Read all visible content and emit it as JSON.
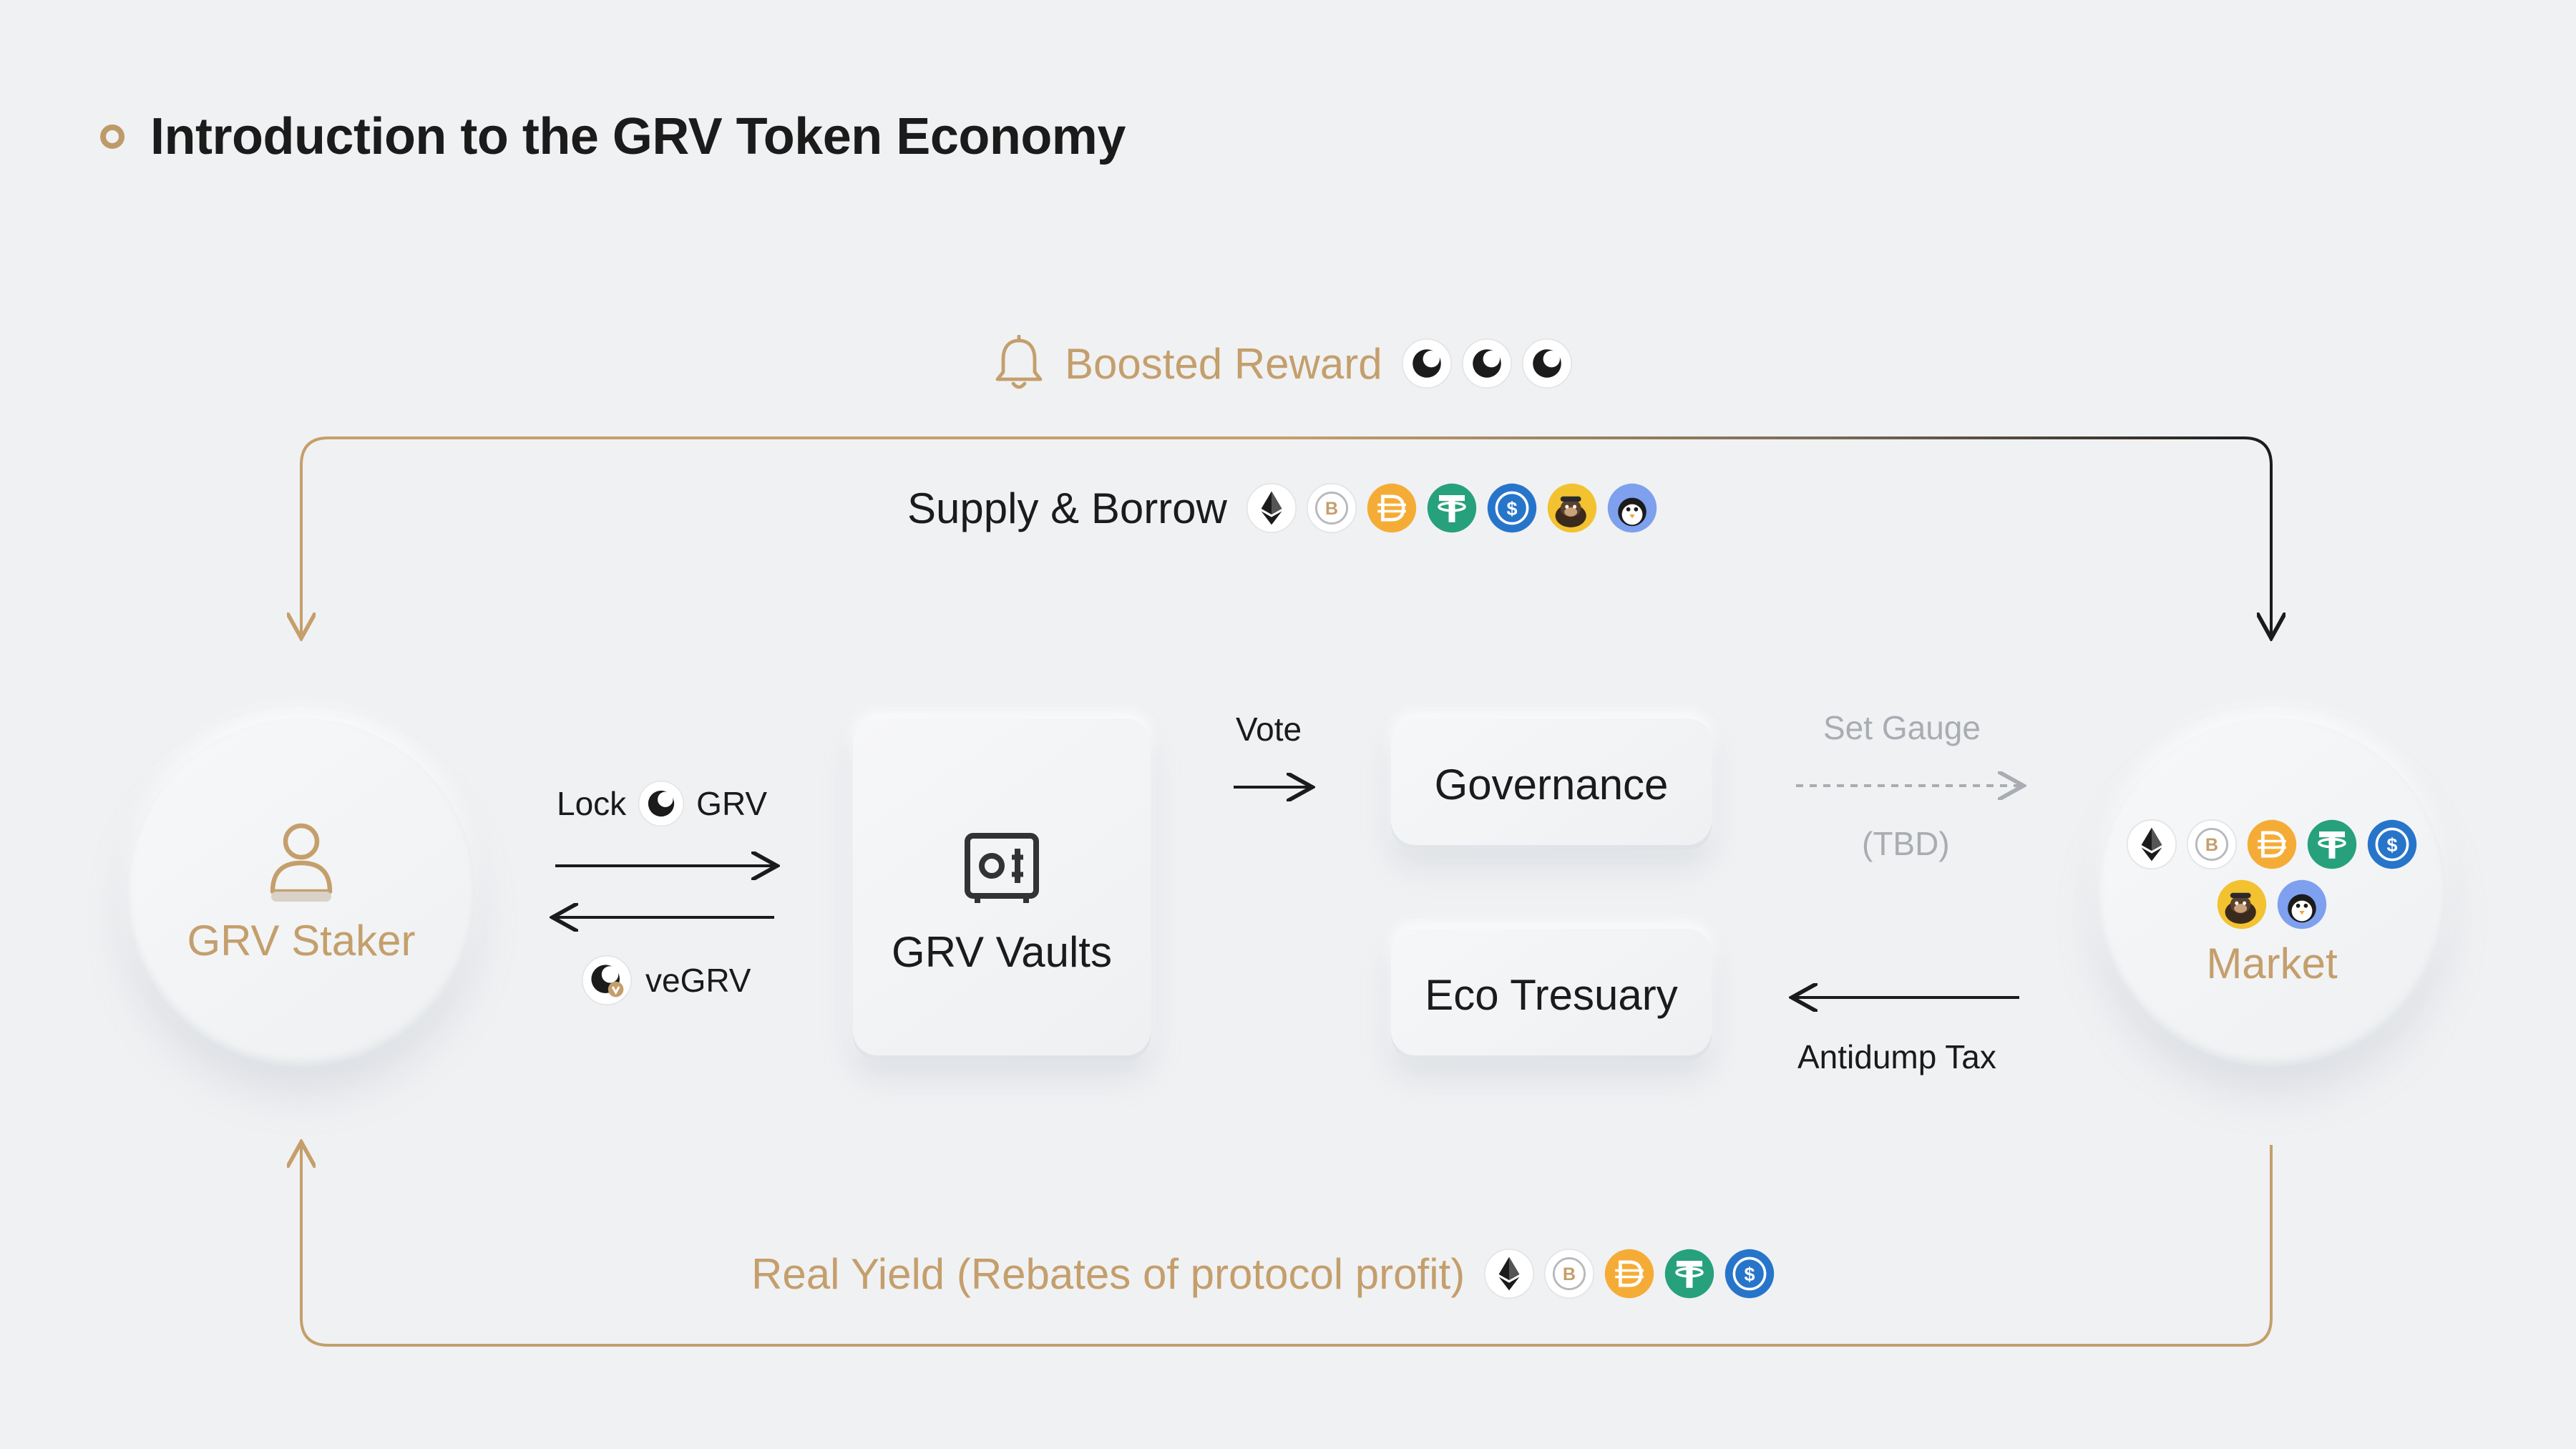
{
  "title": "Introduction to the GRV Token Economy",
  "boosted_reward": "Boosted Reward",
  "supply_borrow": "Supply & Borrow",
  "real_yield": "Real Yield (Rebates of protocol profit)",
  "nodes": {
    "staker": "GRV Staker",
    "vaults": "GRV Vaults",
    "governance": "Governance",
    "treasury": "Eco Tresuary",
    "market": "Market"
  },
  "edges": {
    "lock": "Lock",
    "grv": "GRV",
    "vegrv": "veGRV",
    "vote": "Vote",
    "set_gauge": "Set Gauge",
    "tbd": "(TBD)",
    "antidump": "Antidump Tax"
  },
  "icons": {
    "grv": "grv-token-icon",
    "vegrv": "vegrv-token-icon",
    "eth": "eth-icon",
    "btc": "btc-icon",
    "dai": "dai-icon",
    "usdt": "usdt-icon",
    "usdc": "usdc-icon",
    "ape": "ape-icon",
    "pengu": "penguin-icon"
  },
  "colors": {
    "accent": "#c49f6c",
    "dark": "#1b1b1b",
    "muted": "#a9acb2",
    "background": "#f0f1f3",
    "dai": "#f5ac37",
    "usdt": "#26a17b",
    "usdc": "#2775ca",
    "ape": "#f3c230",
    "pengu": "#7ea0ef",
    "btc_ring": "#c49f6c"
  }
}
